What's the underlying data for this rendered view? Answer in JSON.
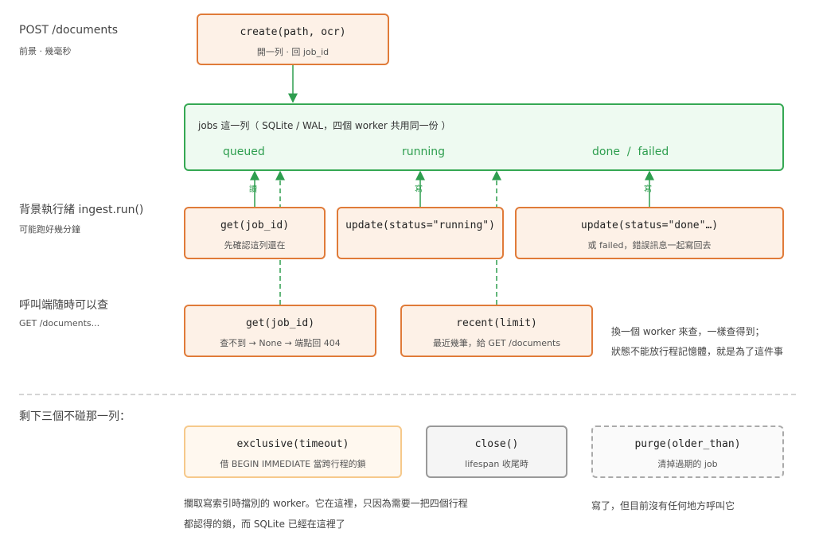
{
  "left_labels": {
    "post": {
      "title": "POST /documents",
      "sub": "前景 · 幾毫秒"
    },
    "worker": {
      "title": "背景執行緒 ingest.run()",
      "sub": "可能跑好幾分鐘"
    },
    "caller": {
      "title": "呼叫端隨時可以查",
      "sub": "GET /documents..."
    },
    "rest": {
      "title": "剩下三個不碰那一列："
    }
  },
  "boxes": {
    "create": {
      "fn": "create(path, ocr)",
      "sub": "開一列 · 回 job_id"
    },
    "get_worker": {
      "fn": "get(job_id)",
      "sub": "先確認這列還在"
    },
    "update_running": {
      "fn": "update(status=\"running\")",
      "sub": ""
    },
    "update_done": {
      "fn": "update(status=\"done\"…)",
      "sub": "或 failed，錯誤訊息一起寫回去"
    },
    "get_caller": {
      "fn": "get(job_id)",
      "sub": "查不到 → None → 端點回 404"
    },
    "recent": {
      "fn": "recent(limit)",
      "sub": "最近幾筆，給 GET /documents"
    },
    "exclusive": {
      "fn": "exclusive(timeout)",
      "sub": "借 BEGIN IMMEDIATE 當跨行程的鎖"
    },
    "close": {
      "fn": "close()",
      "sub": "lifespan 收尾時"
    },
    "purge": {
      "fn": "purge(older_than)",
      "sub": "清掉過期的 job"
    }
  },
  "jobs": {
    "title": "jobs 這一列（ SQLite / WAL，四個 worker 共用同一份 ）",
    "states": [
      "queued",
      "running",
      "done  /  failed"
    ]
  },
  "edge_labels": {
    "read": "讀",
    "write1": "寫",
    "write2": "寫"
  },
  "notes": {
    "caller_note_1": "換一個 worker 來查，一樣查得到；",
    "caller_note_2": "狀態不能放行程記憶體，就是為了這件事",
    "exclusive_note_1": "攔取寫索引時擋別的 worker。它在這裡，只因為需要一把四個行程",
    "exclusive_note_2": "都認得的鎖，而 SQLite 已經在這裡了",
    "purge_note": "寫了，但目前沒有任何地方呼叫它"
  }
}
